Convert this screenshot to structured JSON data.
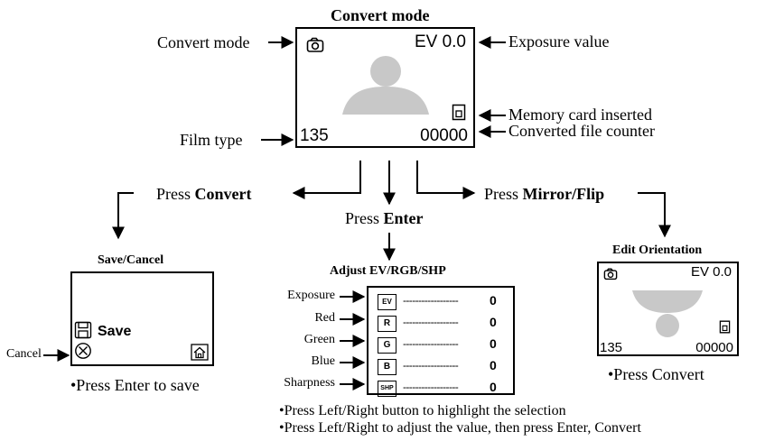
{
  "main": {
    "title": "Convert mode",
    "screen": {
      "ev": "EV 0.0",
      "film": "135",
      "counter": "00000"
    },
    "callouts": {
      "convert_mode": "Convert mode",
      "exposure_value": "Exposure value",
      "memory_card": "Memory card inserted",
      "film_type": "Film type",
      "file_counter": "Converted file counter"
    }
  },
  "actions": {
    "press": "Press",
    "convert_btn": "Convert",
    "enter_btn": "Enter",
    "mirror_btn": "Mirror/Flip"
  },
  "save_panel": {
    "title": "Save/Cancel",
    "save_label": "Save",
    "cancel_callout": "Cancel",
    "note": "•Press Enter to save"
  },
  "adjust_panel": {
    "title": "Adjust EV/RGB/SHP",
    "rows": [
      {
        "label": "Exposure",
        "badge": "EV",
        "dashes": "------------------",
        "value": "0"
      },
      {
        "label": "Red",
        "badge": "R",
        "dashes": "------------------",
        "value": "0"
      },
      {
        "label": "Green",
        "badge": "G",
        "dashes": "------------------",
        "value": "0"
      },
      {
        "label": "Blue",
        "badge": "B",
        "dashes": "------------------",
        "value": "0"
      },
      {
        "label": "Sharpness",
        "badge": "SHP",
        "dashes": "------------------",
        "value": "0"
      }
    ],
    "notes": [
      "•Press Left/Right button to highlight the selection",
      "•Press Left/Right to adjust the value, then press Enter, Convert"
    ]
  },
  "edit_panel": {
    "title": "Edit Orientation",
    "ev": "EV 0.0",
    "film": "135",
    "counter": "00000",
    "note": "•Press Convert"
  },
  "colors": {
    "placeholder_gray": "#c8c8c8",
    "line": "#000000"
  }
}
